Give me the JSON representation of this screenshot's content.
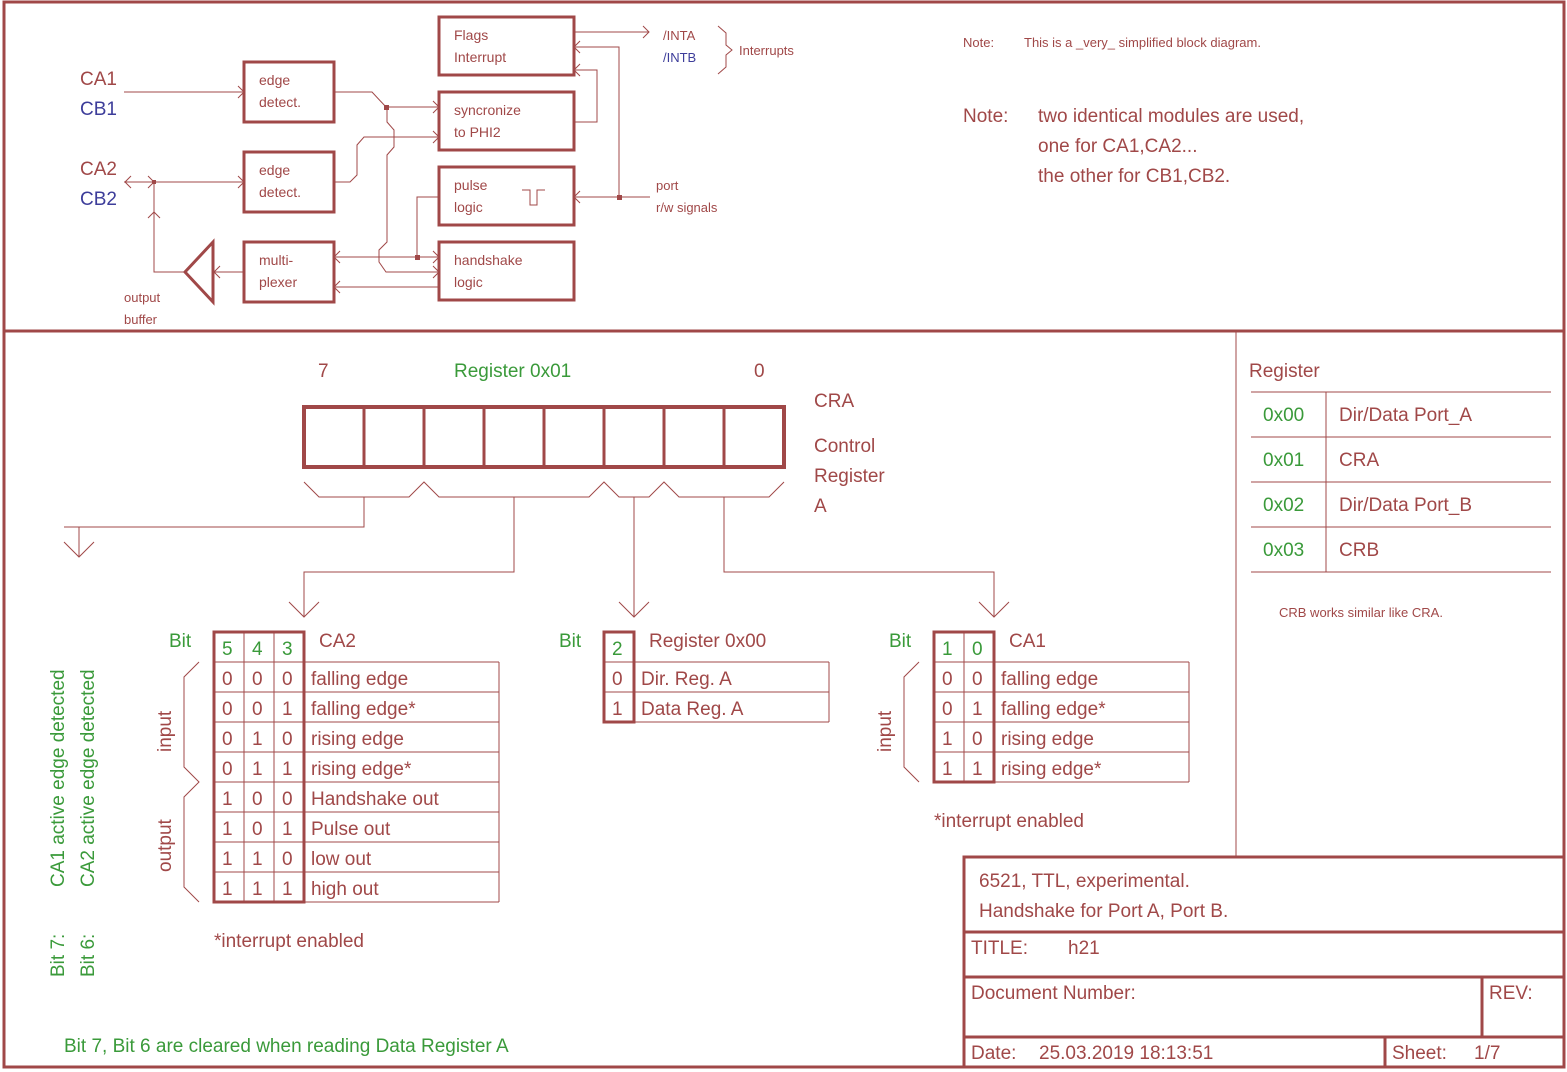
{
  "colors": {
    "line": "#a04848",
    "green": "#3a9a3a",
    "blue": "#3d3d9a",
    "background": "#ffffff"
  },
  "block_diagram": {
    "inputs": {
      "ca1": "CA1",
      "cb1": "CB1",
      "ca2": "CA2",
      "cb2": "CB2"
    },
    "blocks": {
      "edge1": [
        "edge",
        "detect."
      ],
      "edge2": [
        "edge",
        "detect."
      ],
      "mux": [
        "multi-",
        "plexer"
      ],
      "flags": [
        "Flags",
        "Interrupt"
      ],
      "sync": [
        "syncronize",
        "to PHI2"
      ],
      "pulse": [
        "pulse",
        "logic"
      ],
      "handshake": [
        "handshake",
        "logic"
      ]
    },
    "output_buffer": [
      "output",
      "buffer"
    ],
    "outputs": {
      "inta": "/INTA",
      "intb": "/INTB",
      "interrupts": "Interrupts"
    },
    "port_signals": [
      "port",
      "r/w signals"
    ],
    "note_small": {
      "label": "Note:",
      "text": "This is a _very_ simplified block diagram."
    },
    "note_large": {
      "label": "Note:",
      "lines": [
        "two identical modules are used,",
        "one for CA1,CA2...",
        "the other for CB1,CB2."
      ]
    }
  },
  "register_diagram": {
    "msb": "7",
    "lsb": "0",
    "title": "Register 0x01",
    "name": "CRA",
    "description": [
      "Control",
      "Register",
      "A"
    ],
    "bit_count": 8
  },
  "ca2_table": {
    "bit_label": "Bit",
    "headers": [
      "5",
      "4",
      "3"
    ],
    "name": "CA2",
    "rows": [
      {
        "bits": [
          "0",
          "0",
          "0"
        ],
        "desc": "falling edge"
      },
      {
        "bits": [
          "0",
          "0",
          "1"
        ],
        "desc": "falling edge*"
      },
      {
        "bits": [
          "0",
          "1",
          "0"
        ],
        "desc": "rising edge"
      },
      {
        "bits": [
          "0",
          "1",
          "1"
        ],
        "desc": "rising edge*"
      },
      {
        "bits": [
          "1",
          "0",
          "0"
        ],
        "desc": "Handshake out"
      },
      {
        "bits": [
          "1",
          "0",
          "1"
        ],
        "desc": "Pulse out"
      },
      {
        "bits": [
          "1",
          "1",
          "0"
        ],
        "desc": "low out"
      },
      {
        "bits": [
          "1",
          "1",
          "1"
        ],
        "desc": "high out"
      }
    ],
    "group_input": "input",
    "group_output": "output",
    "footnote": "*interrupt enabled"
  },
  "reg00_table": {
    "bit_label": "Bit",
    "headers": [
      "2"
    ],
    "name": "Register 0x00",
    "rows": [
      {
        "bits": [
          "0"
        ],
        "desc": "Dir. Reg. A"
      },
      {
        "bits": [
          "1"
        ],
        "desc": "Data Reg. A"
      }
    ]
  },
  "ca1_table": {
    "bit_label": "Bit",
    "headers": [
      "1",
      "0"
    ],
    "name": "CA1",
    "rows": [
      {
        "bits": [
          "0",
          "0"
        ],
        "desc": "falling edge"
      },
      {
        "bits": [
          "0",
          "1"
        ],
        "desc": "falling edge*"
      },
      {
        "bits": [
          "1",
          "0"
        ],
        "desc": "rising edge"
      },
      {
        "bits": [
          "1",
          "1"
        ],
        "desc": "rising edge*"
      }
    ],
    "group_input": "input",
    "footnote": "*interrupt enabled"
  },
  "bit_flags": {
    "bit7": {
      "label": "Bit 7:",
      "text": "CA1 active edge detected"
    },
    "bit6": {
      "label": "Bit 6:",
      "text": "CA2 active edge detected"
    },
    "cleared_note": "Bit 7, Bit 6 are cleared when reading Data Register A"
  },
  "register_map": {
    "title": "Register",
    "rows": [
      {
        "addr": "0x00",
        "name": "Dir/Data Port_A"
      },
      {
        "addr": "0x01",
        "name": "CRA"
      },
      {
        "addr": "0x02",
        "name": "Dir/Data Port_B"
      },
      {
        "addr": "0x03",
        "name": "CRB"
      }
    ],
    "note": "CRB works similar like CRA."
  },
  "title_block": {
    "description": [
      "6521, TTL, experimental.",
      "Handshake for Port A, Port B."
    ],
    "title_label": "TITLE:",
    "title_value": "h21",
    "doc_number_label": "Document Number:",
    "rev_label": "REV:",
    "date_label": "Date:",
    "date_value": "25.03.2019 18:13:51",
    "sheet_label": "Sheet:",
    "sheet_value": "1/7"
  }
}
